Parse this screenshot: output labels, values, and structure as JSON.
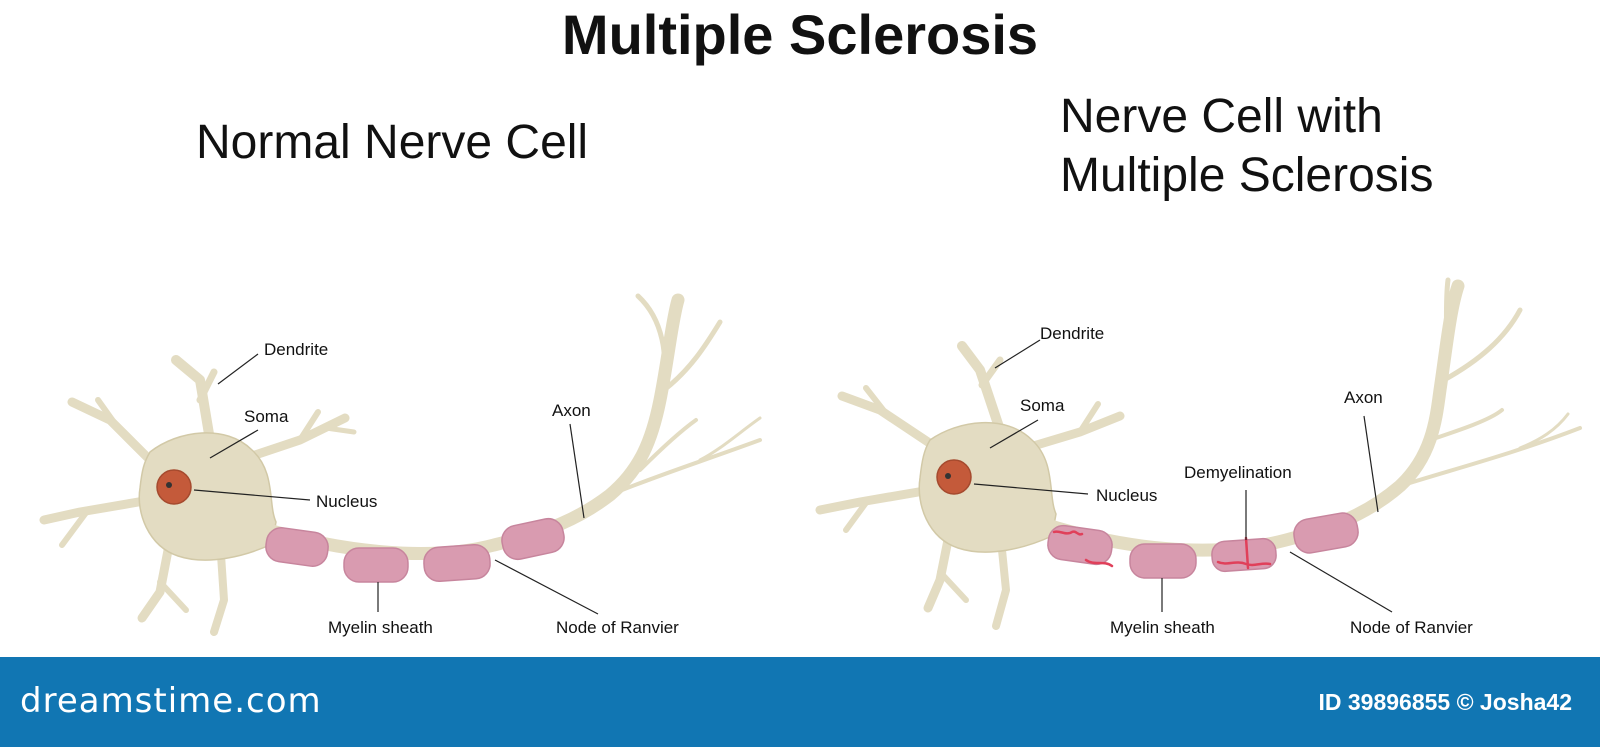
{
  "title": "Multiple Sclerosis",
  "panels": {
    "normal": {
      "title": "Normal Nerve Cell",
      "labels": {
        "dendrite": "Dendrite",
        "soma": "Soma",
        "nucleus": "Nucleus",
        "axon": "Axon",
        "myelin_sheath": "Myelin sheath",
        "node_of_ranvier": "Node of Ranvier"
      }
    },
    "ms": {
      "title_line1": "Nerve Cell with",
      "title_line2": "Multiple Sclerosis",
      "labels": {
        "dendrite": "Dendrite",
        "soma": "Soma",
        "nucleus": "Nucleus",
        "axon": "Axon",
        "demyelination": "Demyelination",
        "myelin_sheath": "Myelin sheath",
        "node_of_ranvier": "Node of Ranvier"
      }
    }
  },
  "footer": {
    "brand": "dreamstime.com",
    "id_text": "ID 39896855 © Josha42"
  },
  "colors": {
    "cell": "#e3dcc2",
    "cell_outline": "#d2c9a7",
    "myelin": "#d99bb0",
    "myelin_outline": "#c7859d",
    "nucleus": "#c45a3a",
    "demyelination": "#e0405a",
    "footer_bg": "#1176b3"
  }
}
